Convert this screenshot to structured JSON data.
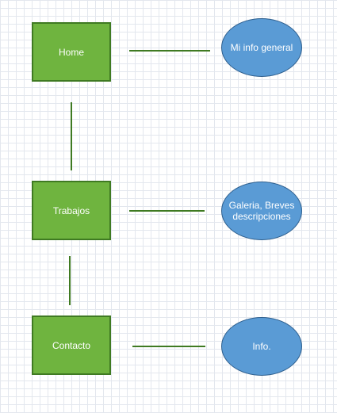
{
  "nodes": {
    "home": "Home",
    "trabajos": "Trabajos",
    "contacto": "Contacto"
  },
  "details": {
    "home": "Mi info general",
    "trabajos": "Galeria, Breves descripciones",
    "contacto": "Info."
  },
  "colors": {
    "box_fill": "#6fb43f",
    "box_border": "#3f7a22",
    "ellipse_fill": "#5a9bd5",
    "ellipse_border": "#2e5f8e",
    "connector": "#3f7a22"
  }
}
